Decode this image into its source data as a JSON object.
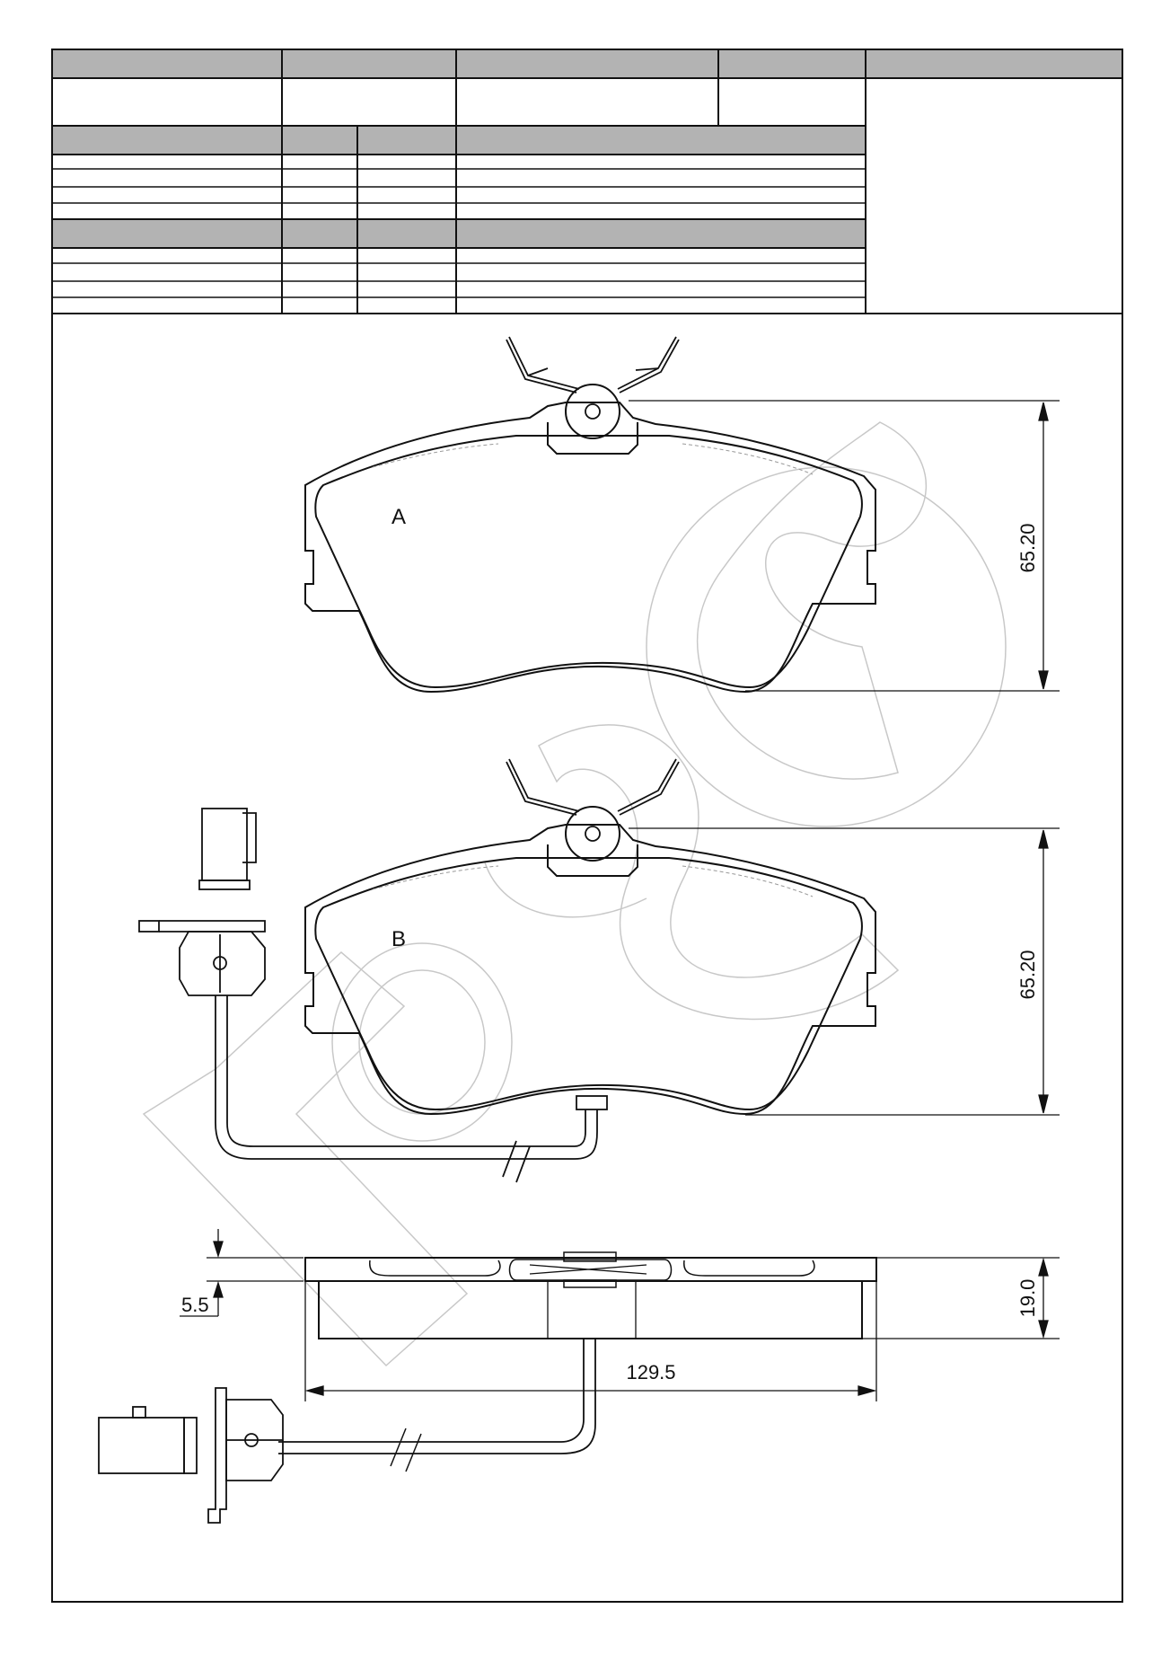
{
  "drawing": {
    "pad_a": {
      "label": "A",
      "height_dimension": "65.20"
    },
    "pad_b": {
      "label": "B",
      "height_dimension": "65.20"
    },
    "side_view": {
      "width_dimension": "129.5",
      "thickness_dimension": "19.0",
      "backplate_dimension": "5.5"
    }
  },
  "colors": {
    "header_fill": "#b3b3b3",
    "line": "#111111",
    "watermark": "#c8c8c8"
  }
}
